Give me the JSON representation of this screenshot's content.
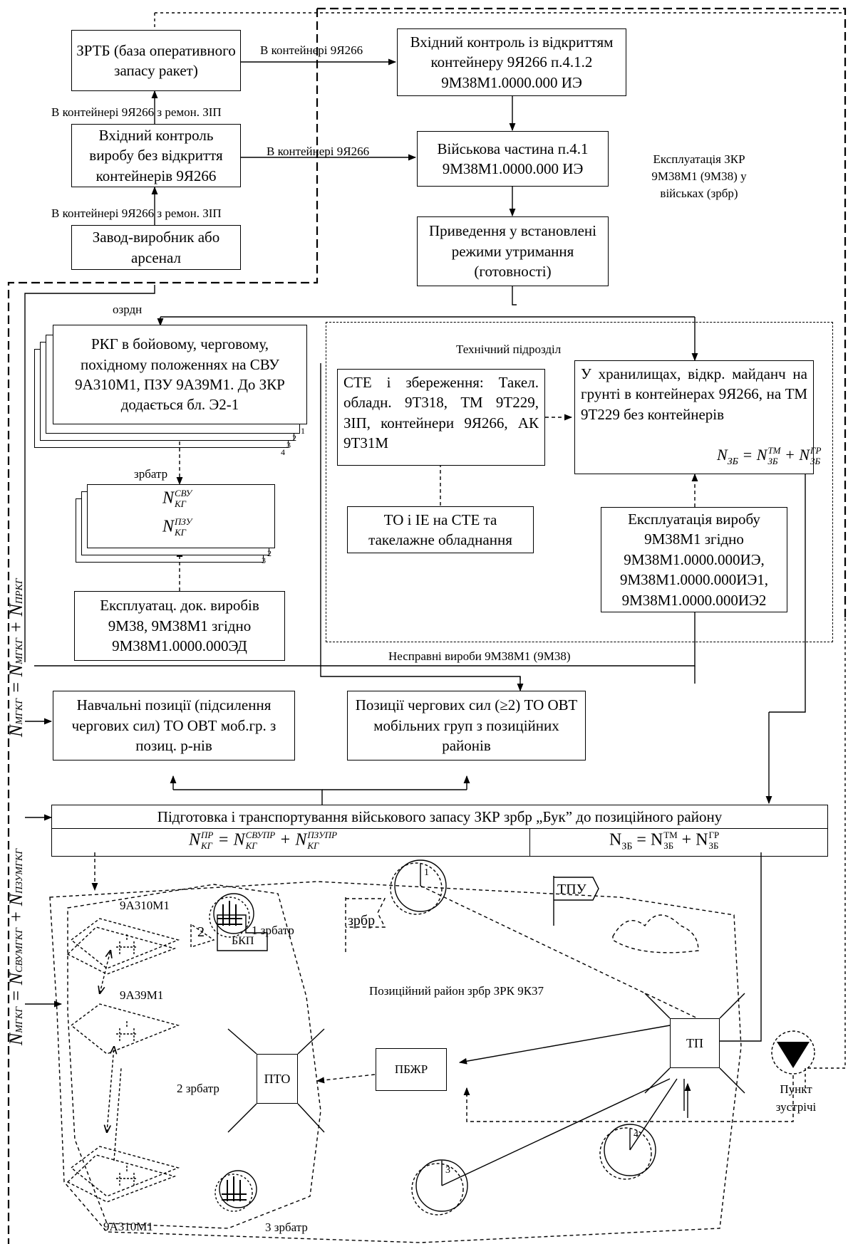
{
  "boxes": {
    "zrtb": "ЗРТБ (база оперативного запасу ракет)",
    "vkhidnyi_bez": "Вхідний контроль виробу без відкриття контейнерів 9Я266",
    "zavod": "Завод-виробник або арсенал",
    "vkhidnyi_iz": "Вхідний контроль із відкриттям контейнеру 9Я266 п.4.1.2 9М38М1.0000.000 ИЭ",
    "viiskova": "Військова частина п.4.1 9М38М1.0000.000 ИЭ",
    "pryvedennia": "Приведення у встановлені режими утримання (готовності)",
    "rkg": "РКГ в бойовому, черговому, похідному положеннях на СВУ 9А310М1, ПЗУ 9А39М1. До ЗКР додається бл. Э2-1",
    "ekspl_dok": "Експлуатац. док. виробів 9М38, 9М38М1 згідно 9М38М1.0000.000ЭД",
    "ste": "СТЕ і збереження: Такел. обладн. 9Т318, ТМ 9Т229, ЗІП, контейнери 9Я266, АК 9Т31М",
    "to_ie": "ТО і ІЕ на СТЕ та такелажне обладнання",
    "khranylyshcha": "У хранилищах, відкр. майданч на грунті в контейнерах 9Я266, на ТМ 9Т229 без контейнерів",
    "ekspl_vyrobu": "Експлуатація виробу 9М38М1 згідно 9М38М1.0000.000ИЭ, 9М38М1.0000.000ИЭ1, 9М38М1.0000.000ИЭ2",
    "navchalni": "Навчальні позиції (підсилення чергових сил) ТО ОВТ моб.гр. з позиц. р-нів",
    "pozytsii": "Позиції чергових сил (≥2) ТО ОВТ мобільних груп з позиційних районів",
    "pidgotovka": "Підготовка і транспортування військового запасу ЗКР зрбр „Бук” до позиційного району",
    "ptu": "ПТО",
    "pbzhr": "ПБЖР",
    "tp": "ТП"
  },
  "labels": {
    "v_konteineri": "В контейнері 9Я266",
    "v_konteineri_remon_1": "В контейнері 9Я266 з ремон. ЗІП",
    "v_konteineri_remon_2": "В контейнері 9Я266 з ремон. ЗІП",
    "v_konteineri_2": "В контейнері 9Я266",
    "ekspluatatsiia": "Експлуатація ЗКР 9М38М1 (9М38) у військах (зрбр)",
    "ozrdn": "озрдн",
    "tekh_pidrozdil": "Технічний підрозділ",
    "zrbatr": "зрбатр",
    "nespravni": "Несправні вироби 9М38М1 (9М38)",
    "poz_raion": "Позиційний район зрбр ЗРК 9К37",
    "svu_top": "9А310М1",
    "pzu": "9А39М1",
    "svu_bottom": "9А310М1",
    "zrbatr_1": "1 зрбатр",
    "zrbatr_2": "2 зрбатр",
    "zrbatr_3": "3 зрбатр",
    "bkp": "БКП",
    "tpu": "ТПУ",
    "zrbr": "зрбр",
    "punkt": "Пункт зустрічі",
    "num_2": "2",
    "stack_1": "1",
    "stack_2": "2",
    "stack_3": "3",
    "stack_4": "4",
    "n_stack_2": "2",
    "n_stack_3": "3",
    "circle_1": "1",
    "circle_3": "3",
    "circle_4": "4"
  },
  "formulas": {
    "n_kg_svu": {
      "base": "N",
      "sub": "КГ",
      "sup": "СВУ"
    },
    "n_kg_pzu": {
      "base": "N",
      "sub": "КГ",
      "sup": "ПЗУ"
    },
    "n_zb_left": "N",
    "n_zb_left_sub": "ЗБ",
    "n_zb_tm": "ТМ",
    "n_zb_gr": "ГР",
    "n_kg_pr_left_base": "N",
    "n_kg_pr_sup": "ПР",
    "n_kg_svupr_sup": "СВУПР",
    "n_kg_pzupr_sup": "ПЗУПР",
    "n_kg_sub": "КГ",
    "n_zb_right_base": "N",
    "n_zb_right_sub": "ЗБ",
    "n_zb_right_tm": "ТМ",
    "n_zb_right_gr": "ГР",
    "vert_top_main": "N",
    "vert_top_mg_sup": "МГ",
    "vert_top_pr_sup": "ПР",
    "vert_bottom_svumg_sup": "СВУМГ",
    "vert_bottom_pzumg_sup": "ПЗУМГ",
    "equals": "=",
    "plus": "+"
  }
}
